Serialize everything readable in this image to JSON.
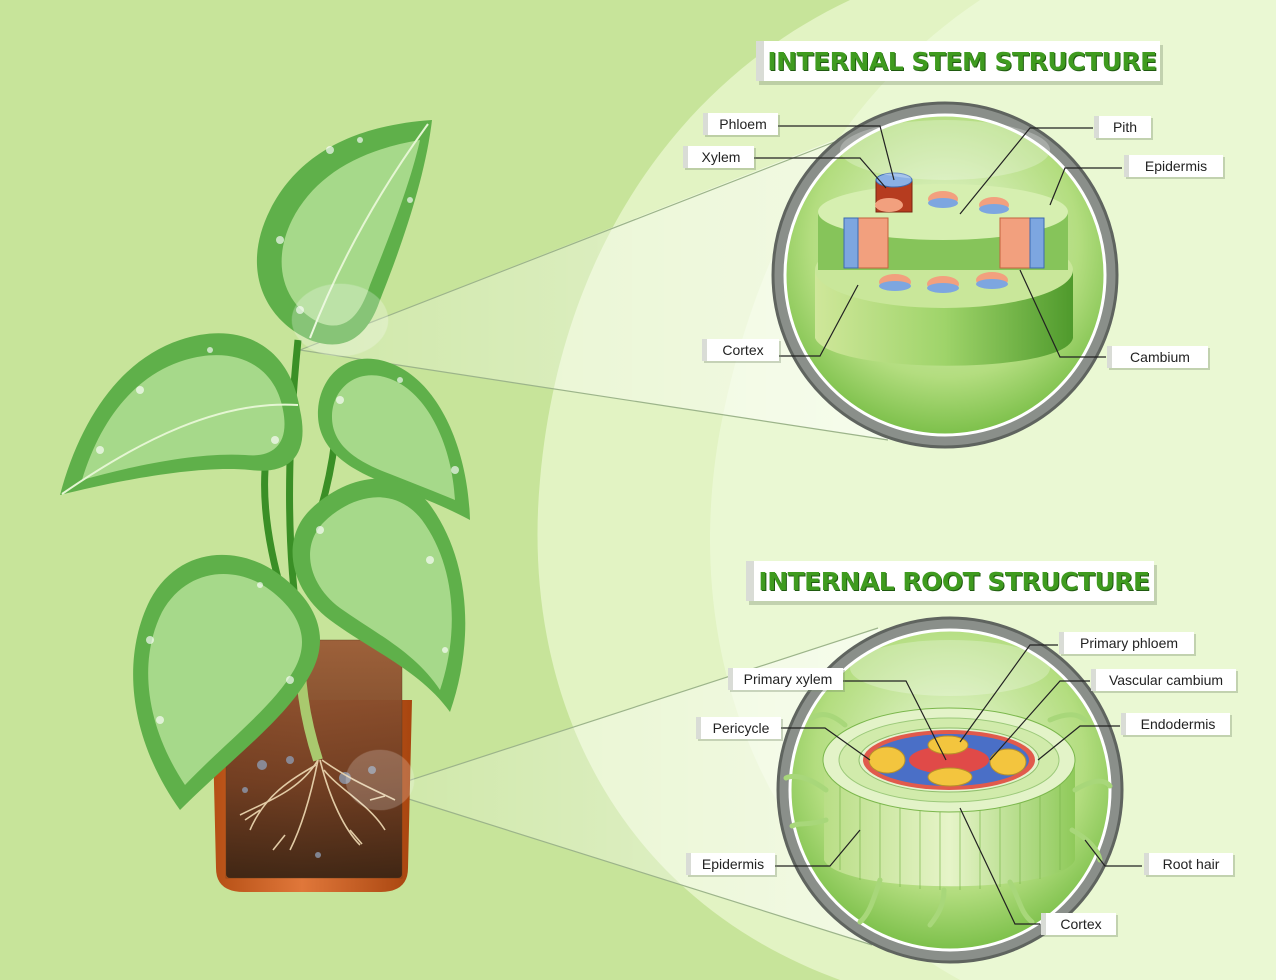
{
  "stem": {
    "title": "INTERNAL STEM STRUCTURE",
    "labels": {
      "phloem": "Phloem",
      "xylem": "Xylem",
      "pith": "Pith",
      "epidermis": "Epidermis",
      "cortex": "Cortex",
      "cambium": "Cambium"
    }
  },
  "root": {
    "title": "INTERNAL ROOT STRUCTURE",
    "labels": {
      "primary_phloem": "Primary phloem",
      "primary_xylem": "Primary xylem",
      "vascular_cambium": "Vascular cambium",
      "pericycle": "Pericycle",
      "endodermis": "Endodermis",
      "epidermis": "Epidermis",
      "root_hair": "Root hair",
      "cortex": "Cortex"
    }
  },
  "colors": {
    "background": "#c7e49a",
    "panel": "#e2f3c3",
    "title_green": "#3f9b1f",
    "leaf": "#5fb04a",
    "pot": "#c45a1e",
    "xylem": "#e8826a",
    "phloem": "#6f98d6"
  }
}
